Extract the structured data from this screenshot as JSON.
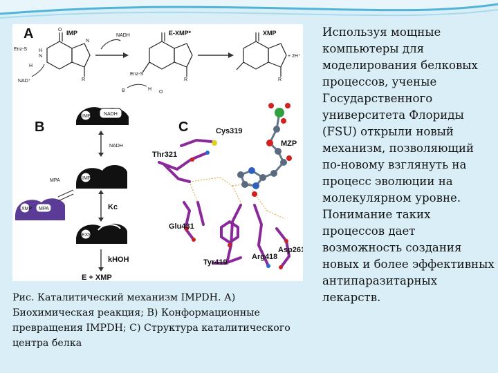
{
  "theme": {
    "background": "#d9eef7",
    "wave_light": "#e8f6fb",
    "wave_accent": "#4fb4d8",
    "residue_color": "#8a2a9a",
    "hbond_color": "#e0a030",
    "mpa_color": "#5a3c96"
  },
  "figure": {
    "panel_a": {
      "label": "A",
      "molecules": [
        "IMP",
        "E-XMP*",
        "XMP"
      ],
      "cofactor": "NADH",
      "enzyme_left": "Enz-S",
      "enzyme_mid": "Enz-S",
      "nad": "NAD⁺",
      "proton": "+ 2H⁺",
      "atoms": {
        "h": "H",
        "n": "N",
        "o": "O",
        "r": "R",
        "b": "B"
      }
    },
    "panel_b": {
      "label": "B",
      "nadh_top": "NADH",
      "imp_top": "IMP",
      "nadh_step": "NADH",
      "imp_mid": "IMP",
      "mpa": "MPA",
      "xmp_side": "XMP",
      "mpa_side": "MPA",
      "kc": "Kc",
      "exmp": "EXMP",
      "khoh": "kHOH",
      "product": "E + XMP"
    },
    "panel_c": {
      "label": "C",
      "residues": [
        "Cys319",
        "Thr321",
        "MZP",
        "Glu431",
        "Asp261",
        "Tyr419",
        "Arg418"
      ]
    }
  },
  "caption": {
    "text": "Рис. Каталитический механизм IMPDH. А) Биохимическая реакция; В) Конформационные превращения IMPDH; С) Структура каталитического центра белка"
  },
  "body": {
    "text": "Используя мощные компьютеры для моделирования белковых процессов, ученые Государственного университета Флориды (FSU) открыли новый механизм, позволяющий по-новому взглянуть на процесс эволюции на молекулярном уровне. Понимание таких процессов дает возможность создания новых и более эффективных антипаразитарных лекарств."
  }
}
